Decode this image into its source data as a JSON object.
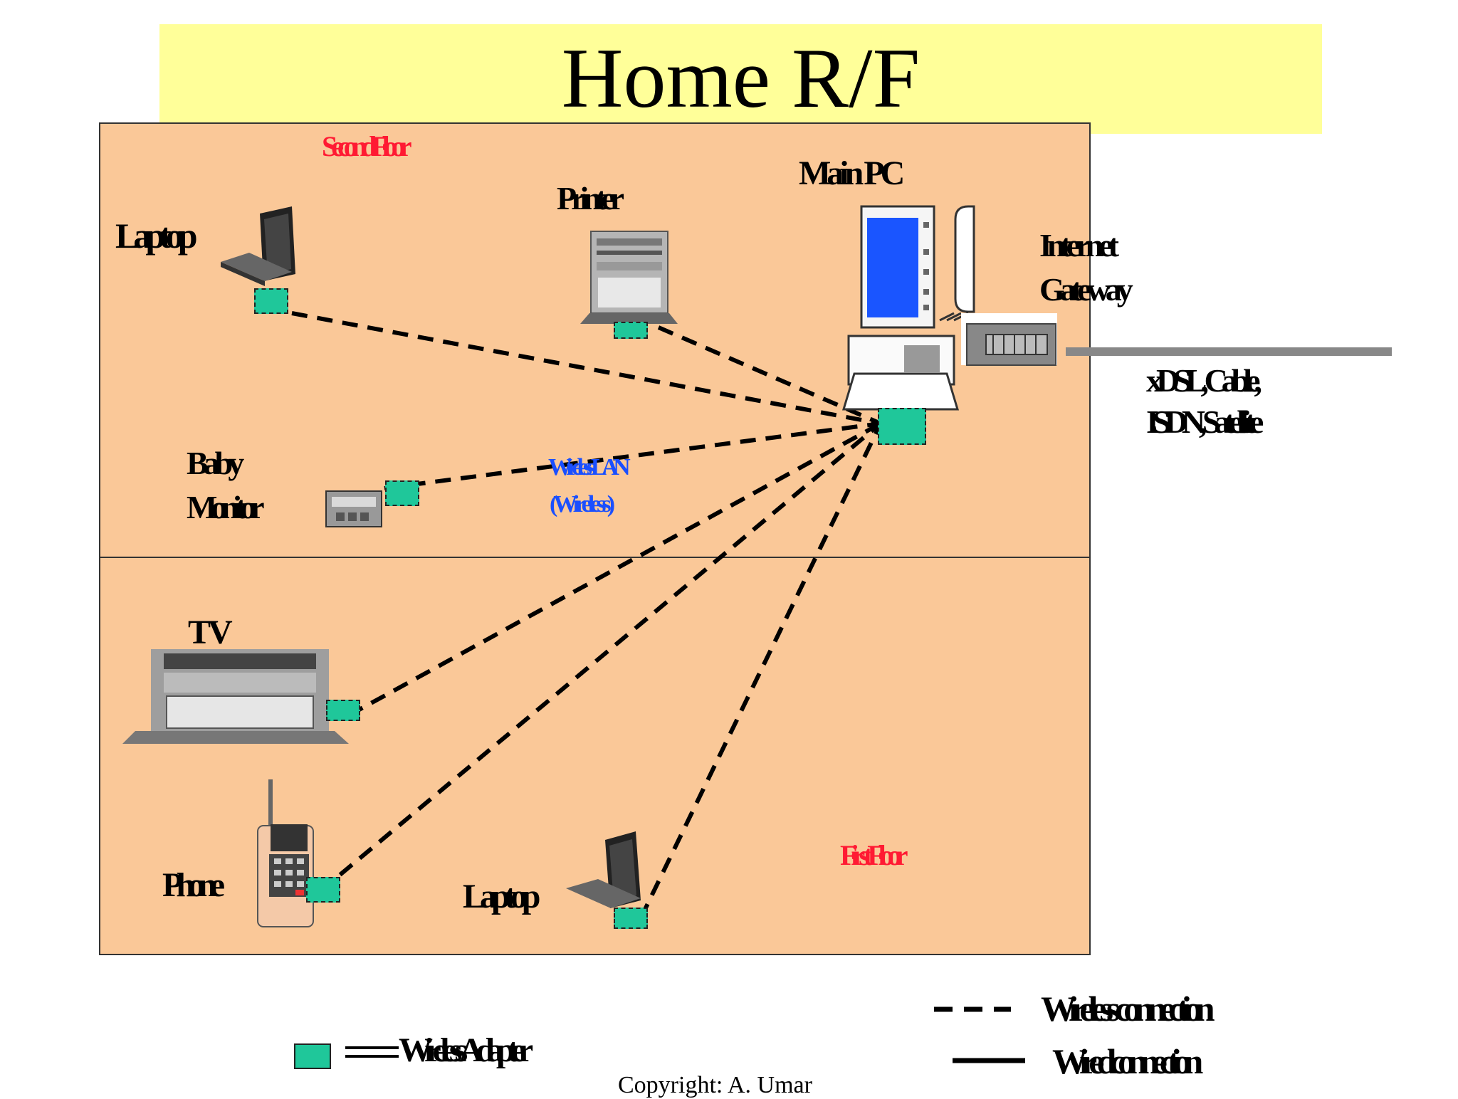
{
  "title": "Home R/F",
  "rooms": {
    "upper_floor_label": "Second Floor",
    "lower_floor_label": "First Floor"
  },
  "devices": {
    "laptop_upper": "Laptop",
    "printer": "Printer",
    "main_pc": "Main PC",
    "gateway_line1": "Internet",
    "gateway_line2": "Gateway",
    "baby_line1": "Baby",
    "baby_line2": "Monitor",
    "tv": "TV",
    "phone": "Phone",
    "laptop_lower": "Laptop"
  },
  "network": {
    "label_line1": "Wireless LAN",
    "label_line2": "(Wireless)"
  },
  "external": {
    "line1": "xDSL, Cable,",
    "line2": "ISDN, Satellite"
  },
  "legend": {
    "adapter": "Wireless Adapter",
    "wireless": "Wireless connection",
    "wired": "Wired connection"
  },
  "copyright": "Copyright: A. Umar",
  "colors": {
    "title_band": "#ffff99",
    "house": "#fac898",
    "adapter": "#1fc79a",
    "floor_label": "#ff1a33",
    "network_label": "#1a4fff"
  }
}
